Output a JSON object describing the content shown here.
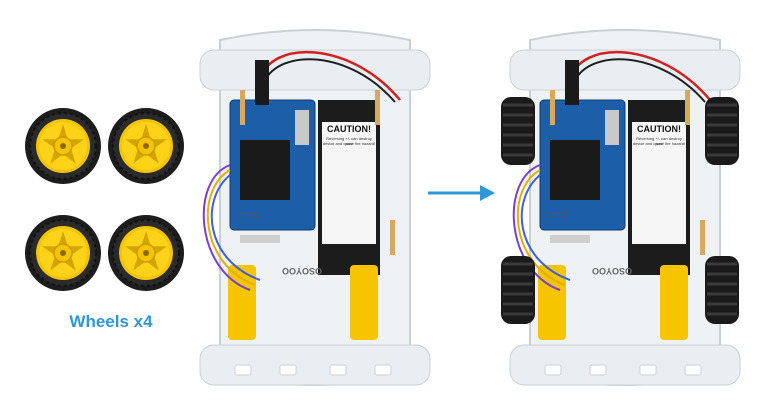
{
  "caption": {
    "wheels": "Wheels x4"
  },
  "labels": {
    "caution_title": "CAUTION!",
    "caution_text_1": "Reversing +/- can destroy your",
    "caution_text_2": "device and cause fire hazard!",
    "board_text": "MEGA",
    "brand_text": "OSOYOO"
  },
  "colors": {
    "arrow": "#2f97d6",
    "caption": "#2f97d6",
    "wheel_hub": "#f5c400",
    "tire": "#1d1d1d",
    "board": "#1c5fa8",
    "motor": "#f7c400"
  },
  "icons": {
    "arrow": "right-arrow-icon"
  }
}
